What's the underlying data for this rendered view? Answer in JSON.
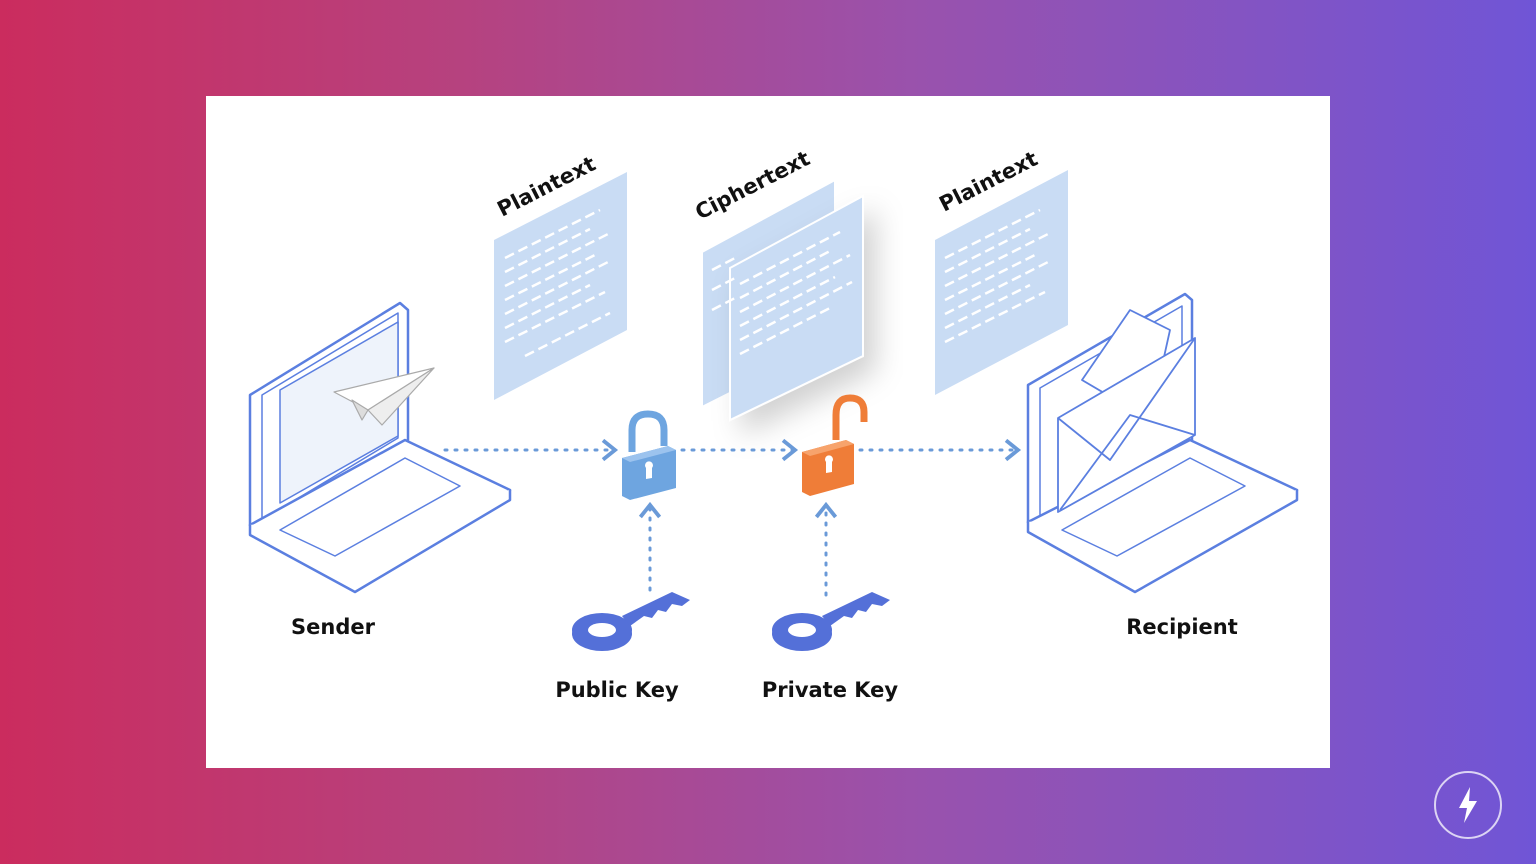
{
  "labels": {
    "plaintext_left": "Plaintext",
    "ciphertext": "Ciphertext",
    "plaintext_right": "Plaintext",
    "sender": "Sender",
    "recipient": "Recipient",
    "public_key": "Public Key",
    "private_key": "Private Key"
  },
  "icons": {
    "sender": "laptop-with-paper-plane-icon",
    "recipient": "laptop-with-envelope-icon",
    "public_lock": "locked-padlock-icon",
    "private_lock": "unlocked-padlock-icon",
    "keys": "key-icon",
    "brand": "lightning-bolt-icon"
  },
  "colors": {
    "line": "#5b7fe0",
    "doc": "#c9dcf4",
    "lock_locked": "#6ea5e0",
    "lock_unlocked": "#ef7d38",
    "key": "#5470d8",
    "gradient_start": "#cb2c5e",
    "gradient_end": "#7055d6"
  }
}
